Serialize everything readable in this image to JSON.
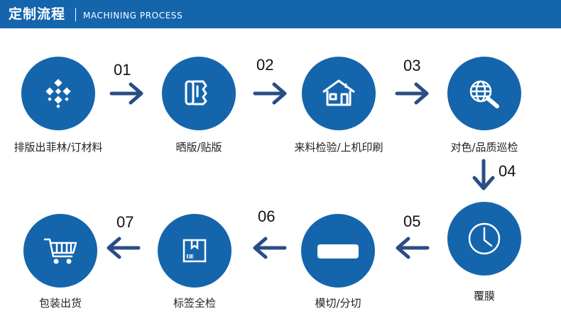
{
  "header": {
    "title": "定制流程",
    "subtitle": "MACHINING PROCESS"
  },
  "colors": {
    "brand_blue": "#1565ad",
    "arrow_blue": "#2a4d86"
  },
  "steps": [
    {
      "icon": "diamond-dots-icon",
      "label": "排版出菲林/订材料"
    },
    {
      "icon": "document-fold-icon",
      "label": "晒版/贴版"
    },
    {
      "icon": "house-icon",
      "label": "来料检验/上机印刷"
    },
    {
      "icon": "globe-magnifier-icon",
      "label": "对色/品质巡检"
    },
    {
      "icon": "clock-icon",
      "label": "覆膜"
    },
    {
      "icon": "blade-bar-icon",
      "label": "模切/分切"
    },
    {
      "icon": "barcode-box-icon",
      "label": "标签全检"
    },
    {
      "icon": "shopping-cart-icon",
      "label": "包装出货"
    }
  ],
  "connectors": [
    "01",
    "02",
    "03",
    "04",
    "05",
    "06",
    "07"
  ]
}
